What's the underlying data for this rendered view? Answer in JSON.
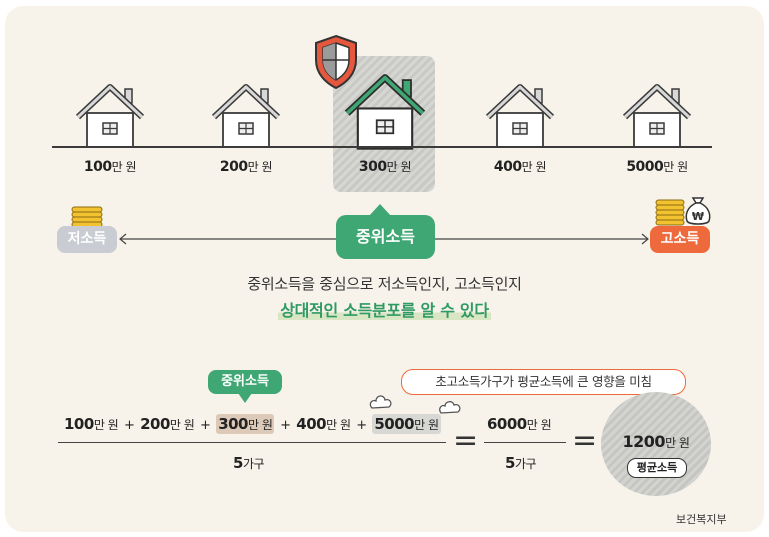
{
  "incomes": [
    {
      "amount": "100",
      "unit": "만 원"
    },
    {
      "amount": "200",
      "unit": "만 원"
    },
    {
      "amount": "300",
      "unit": "만 원"
    },
    {
      "amount": "400",
      "unit": "만 원"
    },
    {
      "amount": "5000",
      "unit": "만 원"
    }
  ],
  "scale": {
    "low_label": "저소득",
    "median_label": "중위소득",
    "high_label": "고소득"
  },
  "colors": {
    "green": "#3fa773",
    "orange": "#ee6a3c",
    "low_gray": "#c9ccd2",
    "shield": "#e5583e"
  },
  "explanation": {
    "line1": "중위소득을 중심으로 저소득인지, 고소득인지",
    "line2": "상대적인 소득분포를 알 수 있다"
  },
  "formula": {
    "median_tag": "중위소득",
    "note": "초고소득가구가 평균소득에 큰 영향을 미침",
    "terms": [
      {
        "amount": "100",
        "unit": "만 원"
      },
      {
        "amount": "200",
        "unit": "만 원"
      },
      {
        "amount": "300",
        "unit": "만 원"
      },
      {
        "amount": "400",
        "unit": "만 원"
      },
      {
        "amount": "5000",
        "unit": "만 원"
      }
    ],
    "plus": "+",
    "equals": "=",
    "denominator_value": "5",
    "denominator_unit": "가구",
    "sum_value": "6000",
    "sum_unit": "만 원",
    "result_value": "1200",
    "result_unit": "만 원",
    "result_label": "평균소득"
  },
  "icons": [
    "house-icon",
    "shield-icon",
    "coin-stack-icon",
    "money-bag-icon",
    "steam-puff-icon"
  ],
  "source": "보건복지부"
}
